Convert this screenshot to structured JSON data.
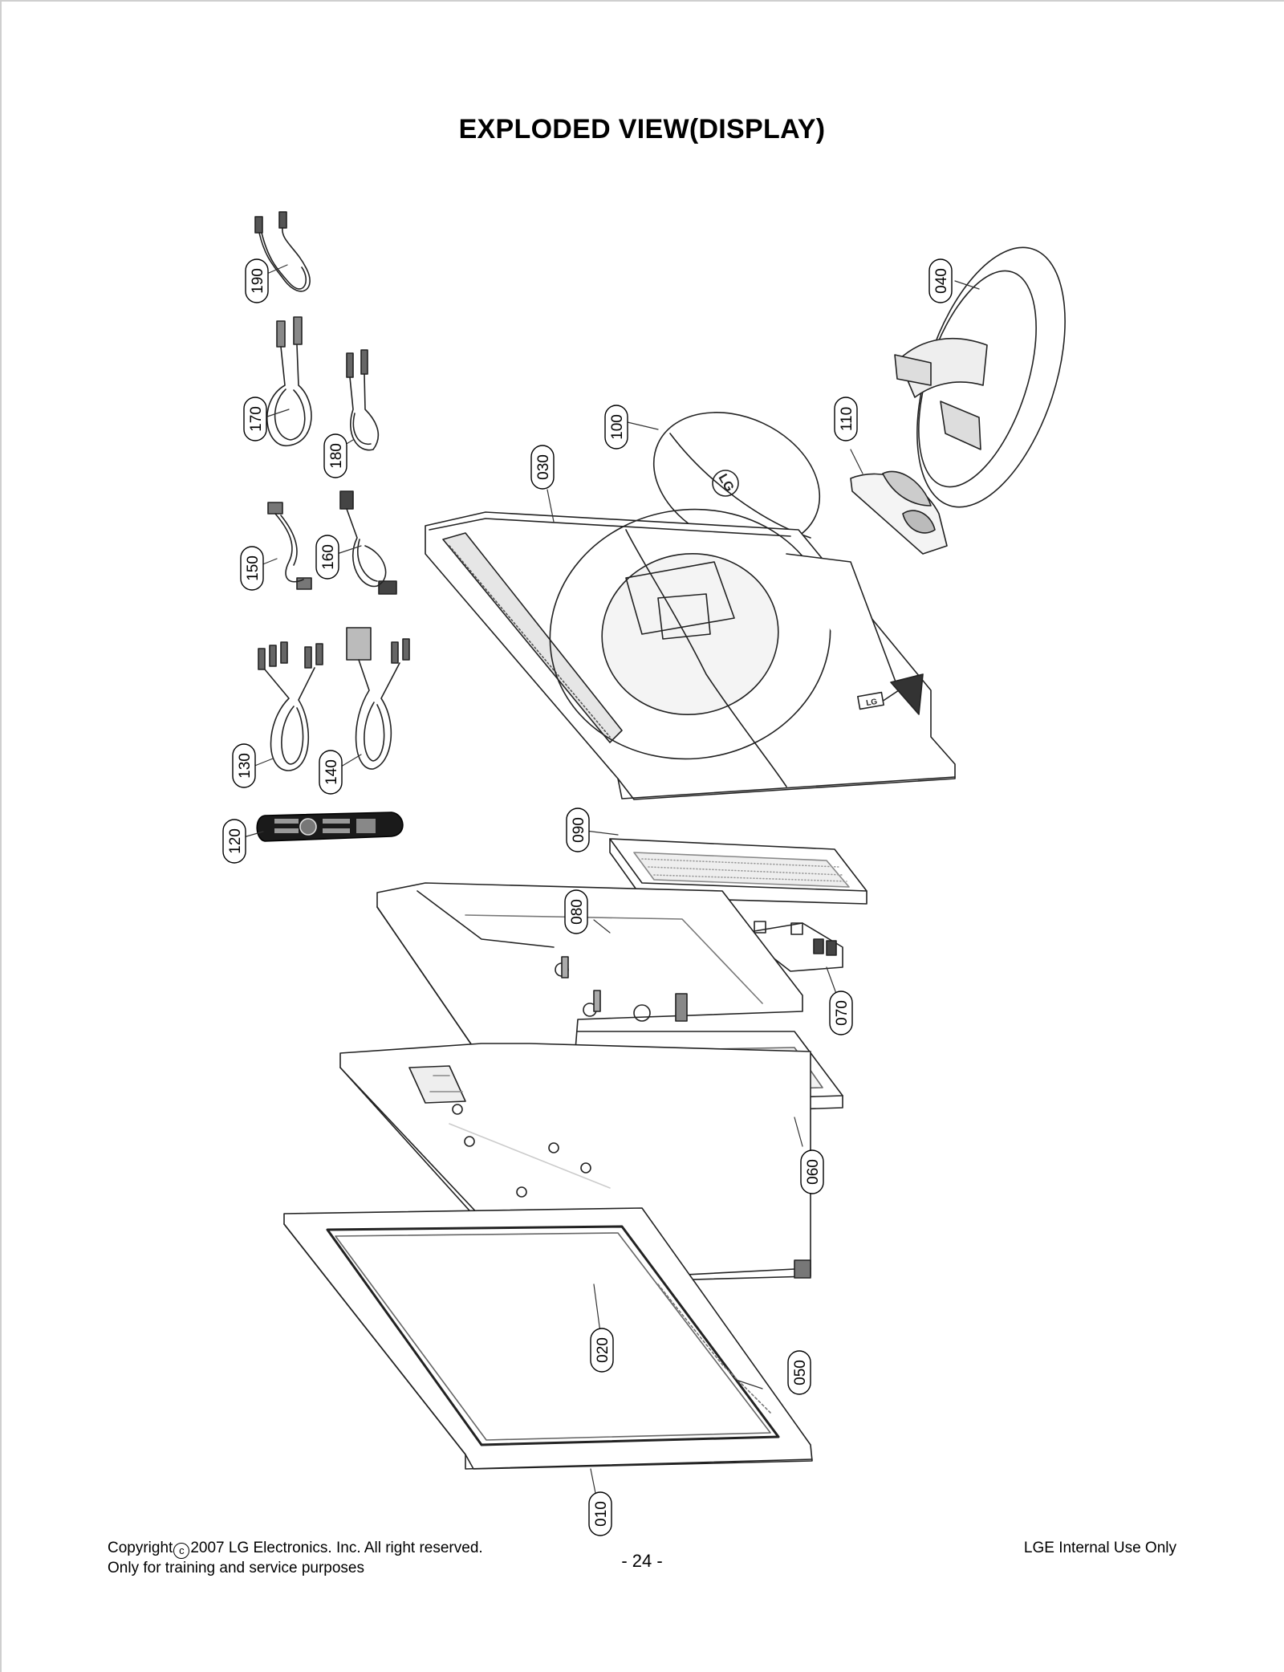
{
  "page": {
    "title": "EXPLODED VIEW(DISPLAY)",
    "page_number": "- 24 -",
    "copyright_prefix": "Copyright",
    "copyright_symbol": "c",
    "copyright_text": "2007 LG Electronics. Inc. All right reserved.",
    "training_note": "Only for training and service purposes",
    "internal_note": "LGE Internal Use Only"
  },
  "callouts": [
    {
      "id": "part-190",
      "label": "190"
    },
    {
      "id": "part-170",
      "label": "170"
    },
    {
      "id": "part-180",
      "label": "180"
    },
    {
      "id": "part-150",
      "label": "150"
    },
    {
      "id": "part-160",
      "label": "160"
    },
    {
      "id": "part-130",
      "label": "130"
    },
    {
      "id": "part-140",
      "label": "140"
    },
    {
      "id": "part-120",
      "label": "120"
    },
    {
      "id": "part-040",
      "label": "040"
    },
    {
      "id": "part-100",
      "label": "100"
    },
    {
      "id": "part-110",
      "label": "110"
    },
    {
      "id": "part-030",
      "label": "030"
    },
    {
      "id": "part-090",
      "label": "090"
    },
    {
      "id": "part-080",
      "label": "080"
    },
    {
      "id": "part-070",
      "label": "070"
    },
    {
      "id": "part-060",
      "label": "060"
    },
    {
      "id": "part-020",
      "label": "020"
    },
    {
      "id": "part-050",
      "label": "050"
    },
    {
      "id": "part-010",
      "label": "010"
    }
  ],
  "logos": {
    "cover_logo": "LG",
    "badge_logo": "LG"
  }
}
